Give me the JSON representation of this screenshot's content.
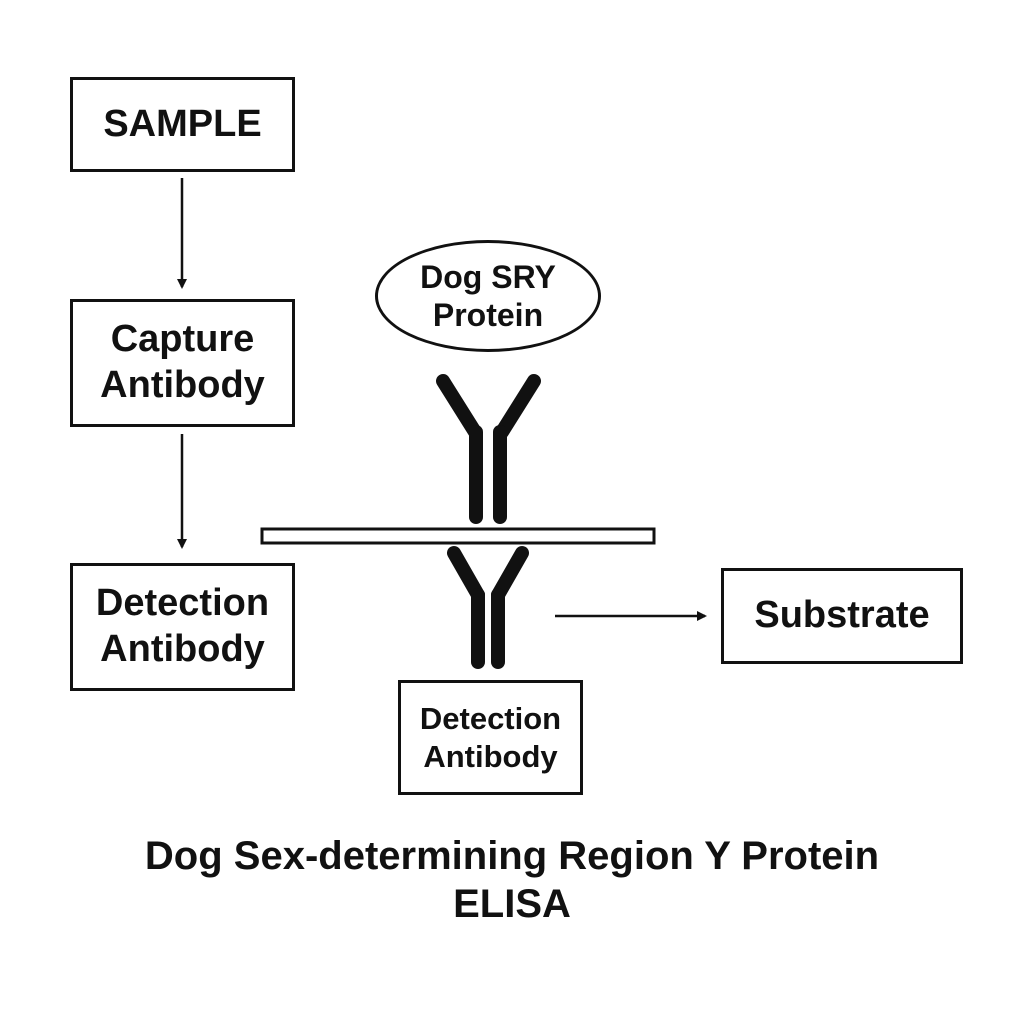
{
  "boxes": {
    "sample": "SAMPLE",
    "capture": [
      "Capture",
      "Antibody"
    ],
    "detection": [
      "Detection",
      "Antibody"
    ],
    "detection_below_plate": [
      "Detection",
      "Antibody"
    ],
    "substrate": "Substrate"
  },
  "protein": [
    "Dog SRY",
    "Protein"
  ],
  "title": [
    "Dog Sex-determining Region Y Protein",
    "ELISA"
  ],
  "colors": {
    "line": "#111111",
    "background": "#ffffff"
  }
}
